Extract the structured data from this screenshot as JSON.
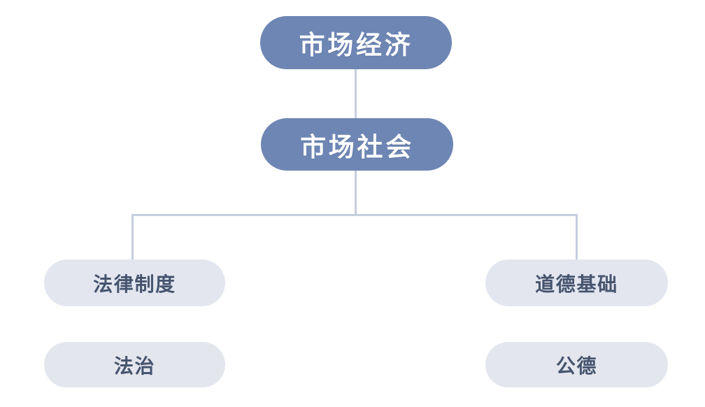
{
  "diagram": {
    "type": "hierarchy-flowchart",
    "background_color": "#ffffff",
    "palette": {
      "primary_fill": "#6e86b4",
      "primary_text": "#ffffff",
      "secondary_fill": "#e3e6ef",
      "secondary_text": "#46546e",
      "leaf_fill": "#e4e6ee",
      "leaf_text": "#46546e",
      "connector": "#c5cedd"
    },
    "nodes": {
      "market_economy": {
        "label": "市场经济",
        "level": 1,
        "style": "primary"
      },
      "market_society": {
        "label": "市场社会",
        "level": 2,
        "style": "primary"
      },
      "legal_system": {
        "label": "法律制度",
        "level": 3,
        "style": "secondary"
      },
      "moral_foundation": {
        "label": "道德基础",
        "level": 3,
        "style": "secondary"
      },
      "rule_of_law": {
        "label": "法治",
        "level": 4,
        "style": "leaf"
      },
      "public_morality": {
        "label": "公德",
        "level": 4,
        "style": "leaf"
      }
    },
    "edges": [
      {
        "from": "market_economy",
        "to": "market_society",
        "shape": "vertical"
      },
      {
        "from": "market_society",
        "to": "legal_system",
        "shape": "elbow-left"
      },
      {
        "from": "market_society",
        "to": "moral_foundation",
        "shape": "elbow-right"
      }
    ]
  }
}
